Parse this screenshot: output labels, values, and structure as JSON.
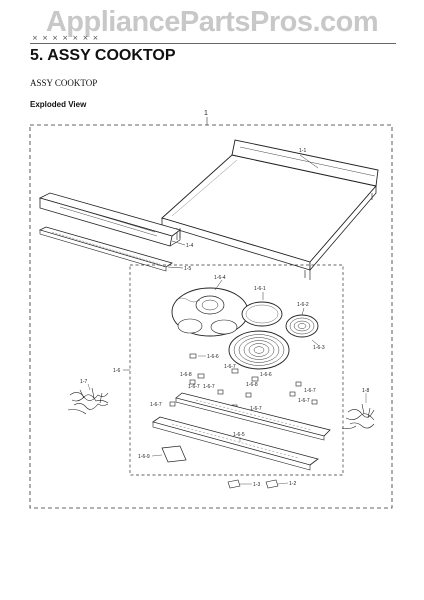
{
  "watermark": "AppliancePartsPros.com",
  "header": {
    "small_text": "× × × × × × ×",
    "section_title": "5.  ASSY COOKTOP",
    "sub_title": "ASSY COOKTOP",
    "view_label": "Exploded View"
  },
  "callouts": {
    "c1": "1",
    "c1_1": "1-1",
    "c1_2": "1-2",
    "c1_3": "1-3",
    "c1_4": "1-4",
    "c1_5": "1-5",
    "c1_6": "1-6",
    "c1_6_1": "1-6-1",
    "c1_6_2": "1-6-2",
    "c1_6_3": "1-6-3",
    "c1_6_4": "1-6-4",
    "c1_6_5": "1-6-5",
    "c1_6_6": "1-6-6",
    "c1_6_7": "1-6-7",
    "c1_6_8": "1-6-8",
    "c1_6_9": "1-6-9",
    "c1_7": "1-7",
    "c1_8": "1-8"
  }
}
